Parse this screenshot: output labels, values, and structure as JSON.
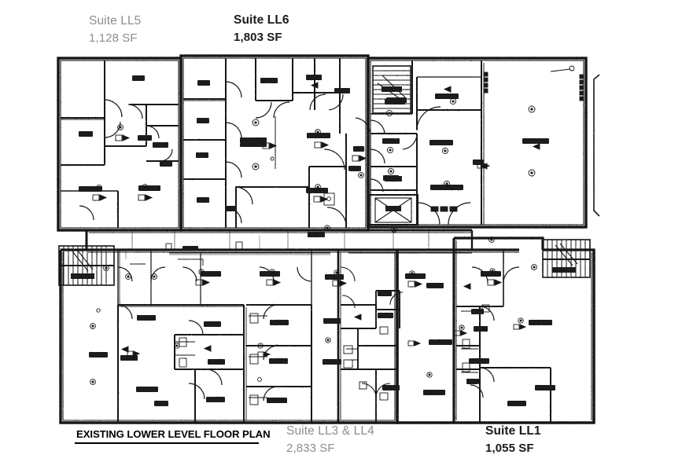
{
  "document": {
    "title": "EXISTING LOWER LEVEL FLOOR PLAN",
    "sheet_background": "#ffffff",
    "ink_color": "#111111",
    "faded_ink_color": "#8d8d8d"
  },
  "suite_callouts": [
    {
      "id": "ll5",
      "name": "Suite LL5",
      "area": "1,128 SF",
      "emphasis": "faded"
    },
    {
      "id": "ll6",
      "name": "Suite LL6",
      "area": "1,803 SF",
      "emphasis": "strong"
    },
    {
      "id": "ll3ll4",
      "name": "Suite LL3 & LL4",
      "area": "2,833 SF",
      "emphasis": "faded"
    },
    {
      "id": "ll1",
      "name": "Suite LL1",
      "area": "1,055 SF",
      "emphasis": "strong"
    }
  ],
  "plan": {
    "description": "Scanned black-and-white architectural floor plan of a building lower level, showing exterior walls, interior partitions, door swings, two stair runs, an elevator shaft, a central east-west corridor, and small boxed room name tags throughout.",
    "features": {
      "stair_upper_right": "stair-run-horizontal-treads",
      "stair_lower_left": "stair-run-vertical-treads",
      "stair_lower_right": "stair-run-vertical-treads",
      "elevator": "elevator-shaft-x-symbol",
      "corridor": "central-east-west-corridor",
      "right_bracket": "building-extent-bracket-line"
    },
    "room_tags_legible": false,
    "room_tag_note": "Room name tags are rendered as small dark boxes; the scan resolution makes the lettering illegible."
  }
}
